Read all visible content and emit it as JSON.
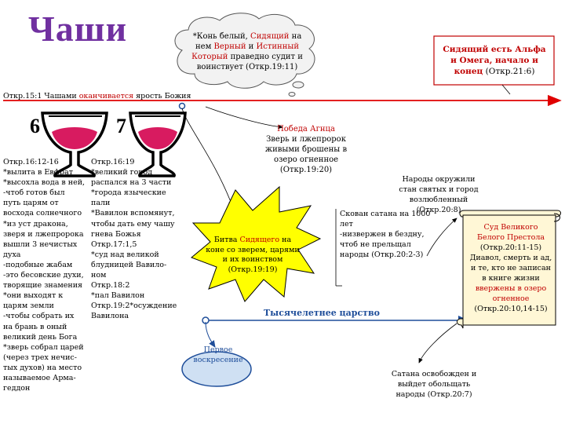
{
  "title": "Чаши",
  "cloud": {
    "l1a": "*Конь белый, ",
    "l1b": "Сидящий",
    "l1c": " на",
    "l2a": "нем ",
    "l2b": "Верный",
    "l2c": " и ",
    "l2d": "Истинный",
    "l3a": "Который",
    "l3b": " праведно судит и",
    "l4": "воинствует (Откр.19:11)"
  },
  "alpha_box": {
    "l1": "Сидящий есть Альфа",
    "l2": "и Омега, начало и",
    "l3a": "конец",
    "l3b": " (Откр.21:6)"
  },
  "rev15": {
    "a": "Откр.15:1 Чашами ",
    "b": "оканчивается",
    "c": " ярость Божия"
  },
  "bowls": [
    {
      "number": "6"
    },
    {
      "number": "7"
    }
  ],
  "col6": [
    "Откр.16:12-16",
    "*вылита в Евфрат",
    "*высохла вода в ней,",
    "-чтоб готов был",
    "путь царям от",
    "восхода солнечного",
    "*из уст дракона,",
    "зверя и лжепророка",
    "вышли 3 нечистых",
    "духа",
    "-подобные жабам",
    "-это бесовские духи,",
    "творящие знамения",
    "*они выходят к",
    "царям земли",
    "-чтобы собрать их",
    "на брань в оный",
    "великий день Бога",
    "*зверь собрал царей",
    "(через трех нечис-",
    "тых духов) на место",
    "называемое Арма-",
    "геддон"
  ],
  "col7": [
    "Откр.16:19",
    "*великий город",
    "распался на 3 части",
    "*города языческие",
    "пали",
    "*Вавилон вспомянут,",
    "чтобы дать ему чашу",
    "гнева Божья",
    "Откр.17:1,5",
    "*суд над великой",
    "блудницей Вавило-",
    "ном",
    "Откр.18:2",
    "*пал Вавилон",
    "Откр.19:2*осуждение",
    "Вавилона"
  ],
  "victory": {
    "t": "Победа Агнца",
    "l1": "Зверь и лжепророк",
    "l2": "живыми брошены в",
    "l3": "озеро огненное",
    "l4": "(Откр.19:20)"
  },
  "battle": {
    "l1a": "Битва ",
    "l1b": "Сидящего",
    "l1c": " на",
    "l2": "коне со зверем, царями",
    "l3": "и их воинством",
    "l4": "(Откр.19:19)"
  },
  "bound": {
    "l1": "Скован сатана на 1000",
    "l2": "лет",
    "l3": "-низвержен в бездну,",
    "l4": "чтоб не прельщал",
    "l5": "народы (Откр.20:2-3)"
  },
  "nations": {
    "l1": "Народы окружили",
    "l2": "стан святых и город",
    "l3": "возлюбленный",
    "l4": "(Откр.20:8)"
  },
  "judgment": {
    "t1": "Суд Великого",
    "t2": "Белого Престола",
    "r": "(Откр.20:11-15)",
    "l1": "Диавол, смерть и ад,",
    "l2": "и те, кто не записан",
    "l3": "в книге жизни",
    "l4": "ввержены в озеро",
    "l5": "огненное",
    "l6": "(Откр.20:10,14-15)"
  },
  "millennium": "Тысячелетнее царство",
  "first_resurrection": {
    "l1": "Первое",
    "l2": "воскресение"
  },
  "satan_released": {
    "l1": "Сатана освобожден и",
    "l2": "выйдет обольщать",
    "l3": "народы (Откр.20:7)"
  },
  "colors": {
    "title": "#7030a0",
    "highlight": "#c00000",
    "timeline": "#1f4e9a",
    "arrow": "#e00000",
    "bowl_wine": "#d81b60",
    "cloud": "#f2f2f2",
    "star_fill": "#ffff00",
    "scroll": "#fff7d6"
  }
}
